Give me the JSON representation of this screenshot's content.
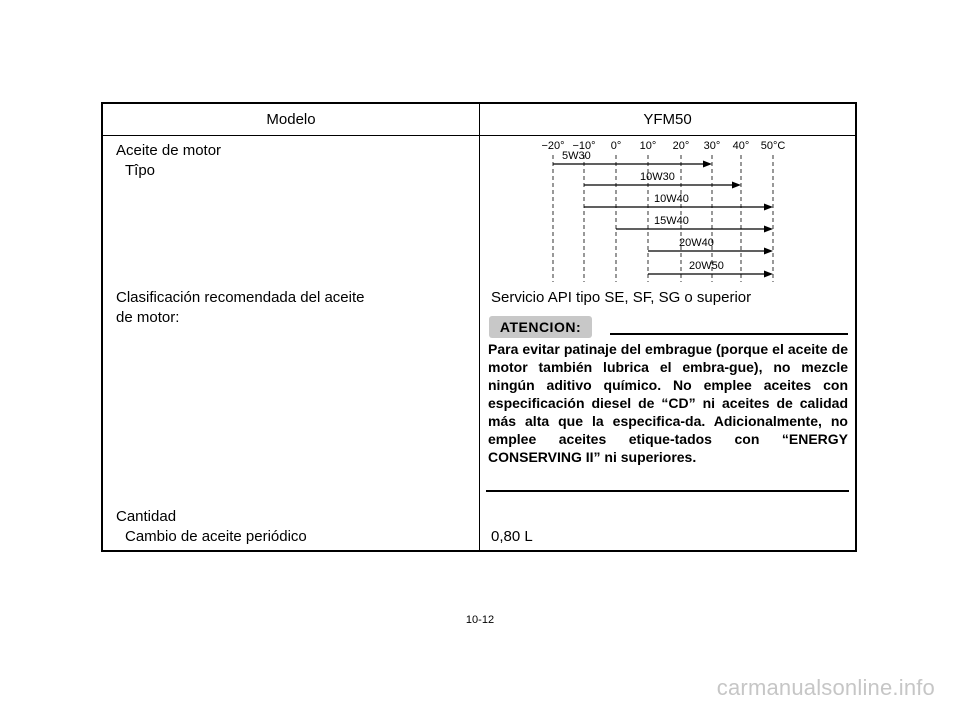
{
  "table": {
    "header": {
      "model_label": "Modelo",
      "model_value": "YFM50"
    },
    "engine_oil": {
      "label": "Aceite de motor",
      "type_label": "Tîpo"
    },
    "oil_chart": {
      "temperature_labels": [
        "−20°",
        "−10°",
        "0°",
        "10°",
        "20°",
        "30°",
        "40°",
        "50°C"
      ],
      "grades": [
        {
          "name": "5W30",
          "from": "−20°",
          "to": "30°"
        },
        {
          "name": "10W30",
          "from": "−10°",
          "to": "40°"
        },
        {
          "name": "10W40",
          "from": "−10°",
          "to": "50°C"
        },
        {
          "name": "15W40",
          "from": "0°",
          "to": "50°C"
        },
        {
          "name": "20W40",
          "from": "10°",
          "to": "50°C"
        },
        {
          "name": "20W50",
          "from": "10°",
          "to": "50°C"
        }
      ]
    },
    "classification": {
      "label_line1": "Clasificación recomendada del aceite",
      "label_line2": "de motor:",
      "value": "Servicio API tipo SE, SF, SG o superior"
    },
    "caution": {
      "heading": "ATENCION:",
      "text": "Para evitar patinaje del embrague (porque el aceite de motor también lubrica el embra-gue), no mezcle ningún aditivo químico. No emplee aceites con especificación diesel de “CD” ni aceites de calidad más alta que la especifica-da. Adicionalmente, no emplee aceites etique-tados con “ENERGY CONSERVING II” ni superiores."
    },
    "quantity": {
      "label": "Cantidad",
      "sub_label": "Cambio de aceite periódico",
      "value": "0,80 L"
    }
  },
  "page_number": "10-12",
  "watermark": "carmanualsonline.info"
}
